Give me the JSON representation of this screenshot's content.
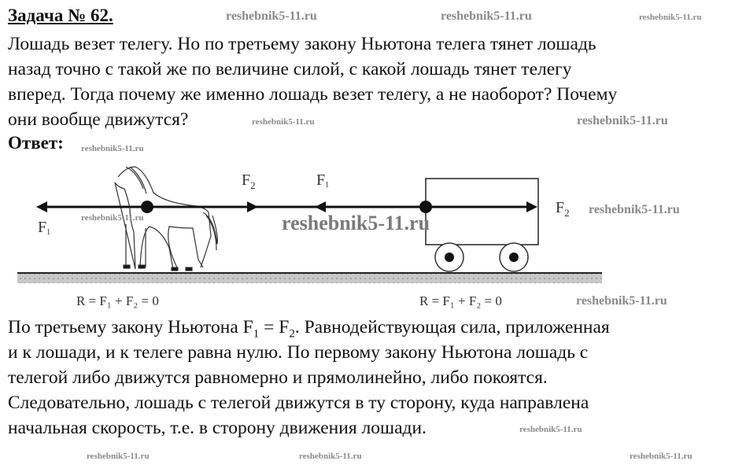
{
  "title": "Задача № 62.",
  "question_lines": [
    "Лошадь везет телегу. Но по третьему закону Ньютона телега тянет лошадь",
    "назад точно с такой же по величине силой, с какой лошадь тянет телегу",
    "вперед. Тогда почему же именно лошадь везет телегу, а не наоборот? Почему",
    "они вообще движутся?"
  ],
  "answer_label": "Ответ:",
  "diagram": {
    "f1_label": "F",
    "f1_sub": "1",
    "f2_label": "F",
    "f2_sub": "2",
    "equation_left": "R = F₁ + F₂ = 0",
    "equation_right": "R = F₁ + F₂ = 0"
  },
  "answer": {
    "line1_pre": "По третьему закону Ньютона F",
    "line1_sub1": "1",
    "line1_mid": " = F",
    "line1_sub2": "2",
    "line1_post": ". Равнодействующая сила, приложенная",
    "lines": [
      "и к лошади, и к телеге равна нулю. По первому закону Ньютона лошадь с",
      "телегой либо движутся равномерно и прямолинейно, либо покоятся.",
      "Следовательно, лошадь с телегой движутся в ту сторону, куда направлена",
      "начальная скорость, т.е. в сторону движения лошади."
    ]
  },
  "watermark": "reshebnik5-11.ru"
}
